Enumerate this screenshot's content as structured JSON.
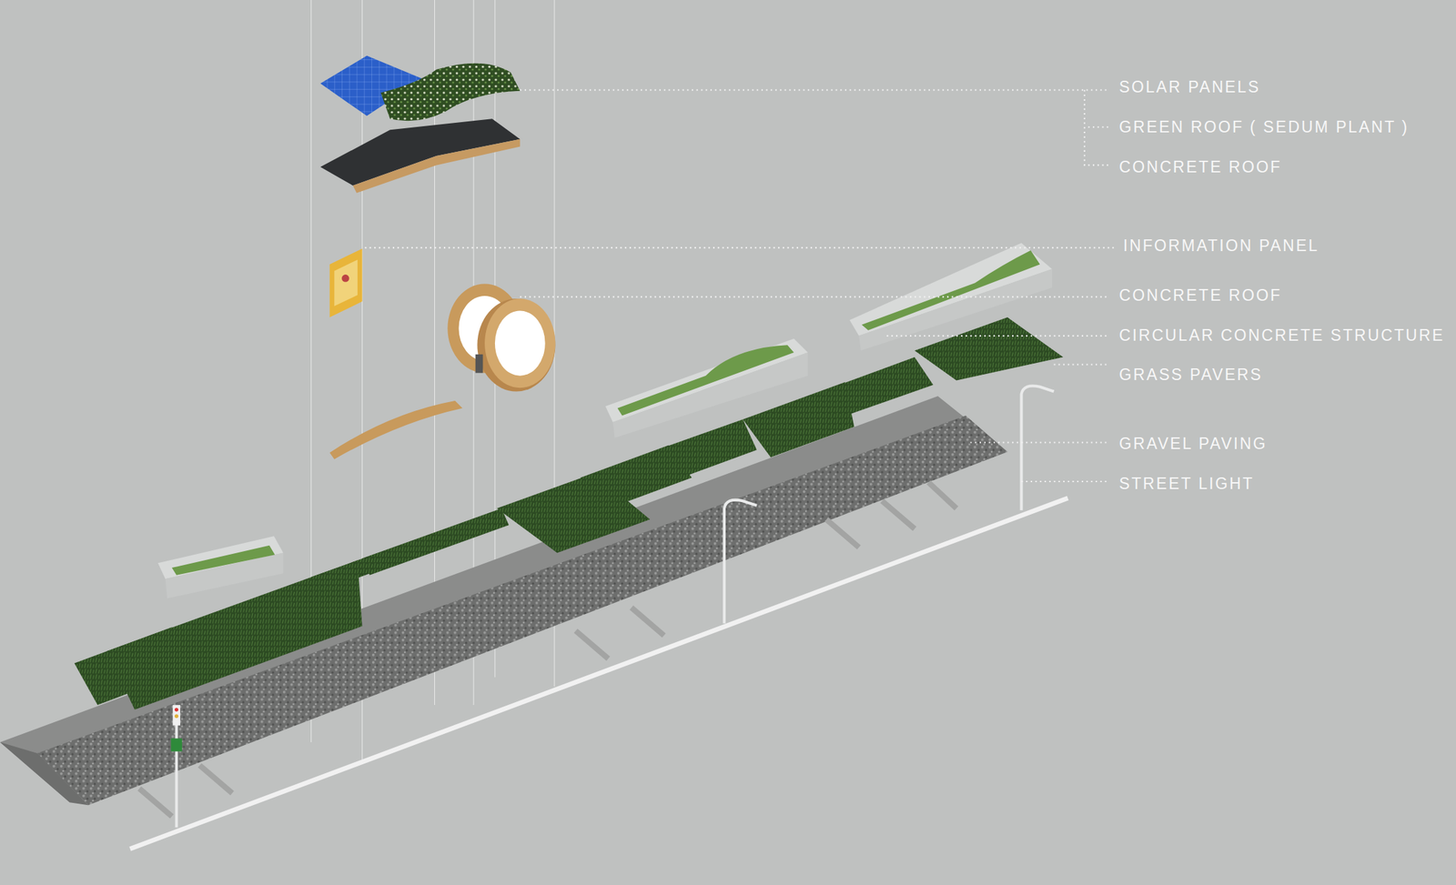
{
  "diagram": {
    "labels": [
      "SOLAR PANELS",
      "GREEN ROOF ( SEDUM PLANT )",
      "CONCRETE ROOF",
      "INFORMATION PANEL",
      "CONCRETE ROOF",
      "CIRCULAR CONCRETE STRUCTURE",
      "GRASS PAVERS",
      "GRAVEL PAVING",
      "STREET LIGHT"
    ]
  }
}
